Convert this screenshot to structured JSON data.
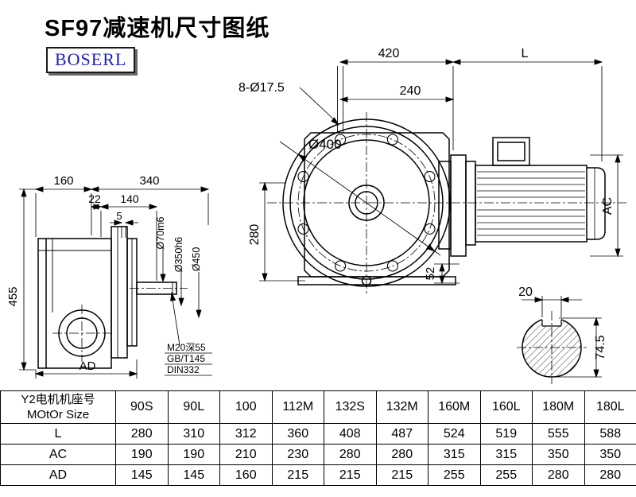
{
  "page": {
    "title": "SF97减速机尺寸图纸",
    "brand": "BOSERL"
  },
  "drawing": {
    "front_view": {
      "dim_420": "420",
      "dim_L": "L",
      "holes_label": "8-Ø17.5",
      "dim_240": "240",
      "dia_label": "Ø400",
      "dim_280": "280",
      "dim_52": "52"
    },
    "motor_view": {
      "dim_AC": "AC"
    },
    "side_view": {
      "dim_160": "160",
      "dim_340": "340",
      "dim_22": "22",
      "dim_140": "140",
      "dim_5": "5",
      "dim_455": "455",
      "dia_shaft": "Ø70m6",
      "dia_spigot": "Ø350h6",
      "dia_flange": "Ø450",
      "dim_AD": "AD",
      "note_tap": "M20深55",
      "note_std1": "GB/T145",
      "note_std2": "DIN332"
    },
    "shaft_section": {
      "dim_20": "20",
      "dim_74_5": "74.5"
    }
  },
  "table": {
    "header": {
      "line1": "Y2电机机座号",
      "line2": "MOtOr Size"
    },
    "columns": [
      "90S",
      "90L",
      "100",
      "112M",
      "132S",
      "132M",
      "160M",
      "160L",
      "180M",
      "180L"
    ],
    "rows": [
      {
        "label": "L",
        "values": [
          "280",
          "310",
          "312",
          "360",
          "408",
          "487",
          "524",
          "519",
          "555",
          "588"
        ]
      },
      {
        "label": "AC",
        "values": [
          "190",
          "190",
          "210",
          "230",
          "280",
          "280",
          "315",
          "315",
          "350",
          "350"
        ]
      },
      {
        "label": "AD",
        "values": [
          "145",
          "145",
          "160",
          "215",
          "215",
          "215",
          "255",
          "255",
          "280",
          "280"
        ]
      }
    ]
  }
}
